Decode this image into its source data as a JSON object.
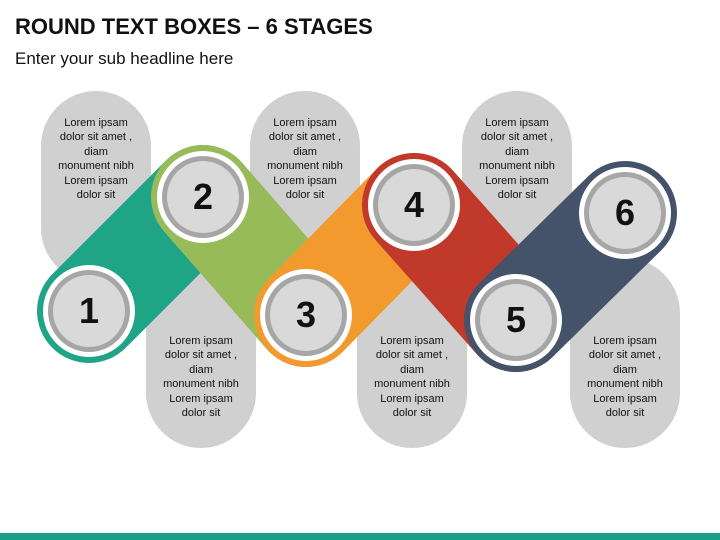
{
  "title": "ROUND TEXT BOXES – 6 STAGES",
  "subtitle": "Enter your sub headline here",
  "stages": [
    {
      "number": "1",
      "text": "Lorem  ipsam\ndolor sit amet ,\ndiam\nmonument nibh\nLorem  ipsam\ndolor sit",
      "color": "#1fa486"
    },
    {
      "number": "2",
      "text": "Lorem  ipsam\ndolor sit amet ,\ndiam\nmonument nibh\nLorem  ipsam\ndolor sit",
      "color": "#97bb59"
    },
    {
      "number": "3",
      "text": "Lorem  ipsam\ndolor sit amet ,\ndiam\nmonument nibh\nLorem  ipsam\ndolor sit",
      "color": "#f29a2e"
    },
    {
      "number": "4",
      "text": "Lorem  ipsam\ndolor sit amet ,\ndiam\nmonument nibh\nLorem  ipsam\ndolor sit",
      "color": "#c0392b"
    },
    {
      "number": "5",
      "text": "Lorem  ipsam\ndolor sit amet ,\ndiam\nmonument nibh\nLorem  ipsam\ndolor sit",
      "color": "#44536a"
    },
    {
      "number": "6",
      "text": "Lorem  ipsam\ndolor sit amet ,\ndiam\nmonument nibh\nLorem  ipsam\ndolor sit",
      "color": "#44536a"
    }
  ],
  "colors": {
    "pill_gray": "#d0d0d0",
    "circle_fill": "#d9d9d9",
    "circle_ring": "#a6a6a6",
    "accent_bar": "#1b9e85"
  }
}
